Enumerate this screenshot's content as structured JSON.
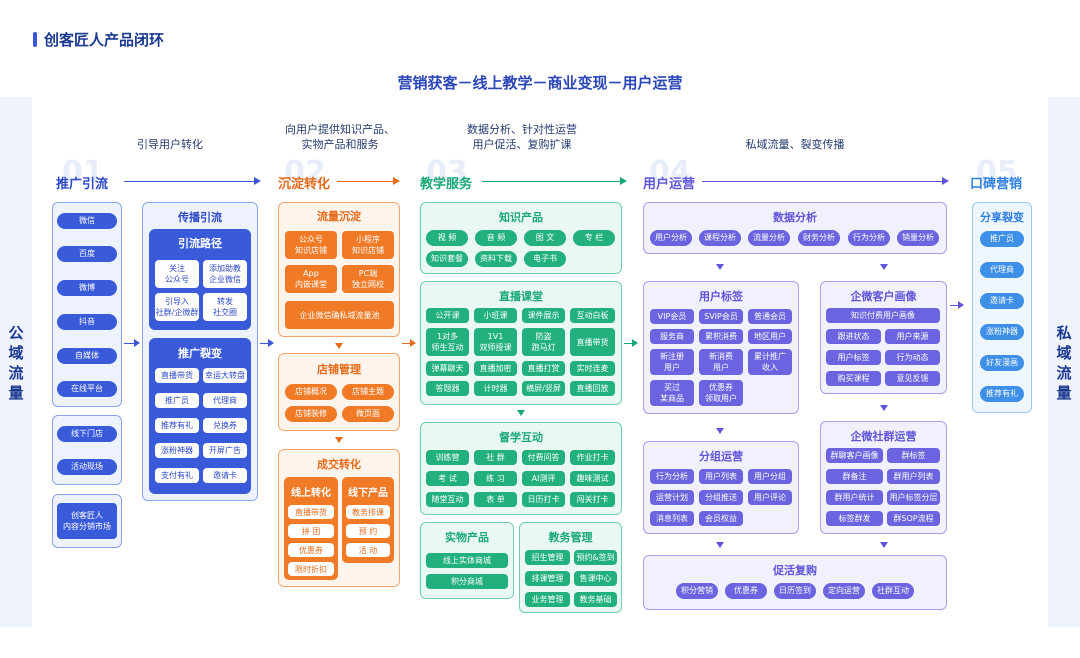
{
  "header": {
    "title": "创客匠人产品闭环",
    "main_title": "营销获客－线上教学－商业变现－用户运营"
  },
  "sides": {
    "left": [
      "公",
      "域",
      "流",
      "量"
    ],
    "right": [
      "私",
      "域",
      "流",
      "量"
    ]
  },
  "tags": {
    "t1": "引导用户转化",
    "t2a": "向用户提供知识产品、",
    "t2b": "实物产品和服务",
    "t3a": "数据分析、针对性运营",
    "t3b": "用户促活、复购扩课",
    "t4": "私域流量、裂变传播"
  },
  "stages": {
    "s1": {
      "num": "01",
      "label": "推广引流"
    },
    "s2": {
      "num": "02",
      "label": "沉淀转化"
    },
    "s3": {
      "num": "03",
      "label": "教学服务"
    },
    "s4": {
      "num": "04",
      "label": "用户运营"
    },
    "s5": {
      "num": "05",
      "label": "口碑营销"
    }
  },
  "col1": {
    "channels": [
      "微信",
      "百度",
      "微博",
      "抖音",
      "自媒体",
      "在线平台"
    ],
    "offline": [
      "线下门店",
      "活动现场"
    ],
    "market": "创客匠人\n内容分销市场"
  },
  "col2": {
    "title": "传播引流",
    "path_title": "引流路径",
    "path": [
      "关注\n公众号",
      "添加助教\n企业微信",
      "引导入\n社群/企微群",
      "转发\n社交圈"
    ],
    "fission_title": "推广裂变",
    "fission": [
      "直播带货",
      "幸运大转盘",
      "推广员",
      "代理商",
      "推荐有礼",
      "兑换券",
      "涨粉神器",
      "开屏广告",
      "支付有礼",
      "邀请卡"
    ]
  },
  "col3": {
    "flow": {
      "title": "流量沉淀",
      "items": [
        "公众号\n知识店铺",
        "小程序\n知识店铺",
        "App\n内嵌课堂",
        "PC端\n独立网校"
      ],
      "wide": "企业微信确私域流量池"
    },
    "shop": {
      "title": "店铺管理",
      "items": [
        "店铺概况",
        "店铺主题",
        "店铺装修",
        "微页面"
      ]
    },
    "deal": {
      "title": "成交转化",
      "online_title": "线上转化",
      "online": [
        "直播带货",
        "拼 团",
        "优惠券",
        "限时折扣"
      ],
      "offline_title": "线下产品",
      "offline": [
        "教务排课",
        "预 约",
        "活 动"
      ]
    }
  },
  "col4": {
    "knowledge": {
      "title": "知识产品",
      "items": [
        "视 频",
        "音 频",
        "图 文",
        "专 栏",
        "知识套餐",
        "资料下载",
        "电子书"
      ]
    },
    "live": {
      "title": "直播课堂",
      "items": [
        "公开课",
        "小班课",
        "课件展示",
        "互动白板",
        "1对多\n师生互动",
        "1V1\n双师授课",
        "防盗\n跑马灯",
        "直播带货",
        "弹幕聊天",
        "直播加密",
        "直播打赏",
        "实时连麦",
        "答题器",
        "计时器",
        "横屏/竖屏",
        "直播回放"
      ]
    },
    "study": {
      "title": "督学互动",
      "items": [
        "训练营",
        "社 群",
        "付费问答",
        "作业打卡",
        "考 试",
        "练 习",
        "AI测评",
        "趣味测试",
        "随堂互动",
        "表 单",
        "日历打卡",
        "闯关打卡"
      ]
    },
    "physical": {
      "title": "实物产品",
      "items": [
        "线上实体商城",
        "积分商城"
      ]
    },
    "edu": {
      "title": "教务管理",
      "items": [
        "招生管理",
        "预约&签到",
        "排课管理",
        "售课中心",
        "业务管理",
        "教务基础"
      ]
    }
  },
  "col5": {
    "data": {
      "title": "数据分析",
      "items": [
        "用户分析",
        "课程分析",
        "流量分析",
        "财务分析",
        "行为分析",
        "销量分析"
      ]
    },
    "tags": {
      "title": "用户标签",
      "items": [
        "VIP会员",
        "SVIP会员",
        "普通会员",
        "服务商",
        "累积消费",
        "地区用户",
        "新注册\n用户",
        "新消费\n用户",
        "累计推广\n收入",
        "买过\n某商品",
        "优惠券\n领取用户"
      ]
    },
    "portrait": {
      "title": "企微客户画像",
      "wide": "知识付费用户画像",
      "items": [
        "跟进状态",
        "用户来源",
        "用户标签",
        "行为动态",
        "购买课程",
        "意见反馈"
      ]
    },
    "group": {
      "title": "分组运营",
      "items": [
        "行为分析",
        "用户列表",
        "用户分组",
        "运营计划",
        "分组推送",
        "用户评论",
        "消息列表",
        "会员权益"
      ]
    },
    "community": {
      "title": "企微社群运营",
      "items": [
        "群聊客户画像",
        "群标签",
        "群备注",
        "群用户列表",
        "群用户统计",
        "用户标签分层",
        "标签群发",
        "群SOP流程"
      ]
    },
    "repurchase": {
      "title": "促活复购",
      "items": [
        "积分营销",
        "优惠券",
        "日历签到",
        "定向运营",
        "社群互动"
      ]
    }
  },
  "col6": {
    "title": "分享裂变",
    "items": [
      "推广员",
      "代理商",
      "邀请卡",
      "涨粉神器",
      "好友漫画",
      "推荐有礼"
    ]
  }
}
